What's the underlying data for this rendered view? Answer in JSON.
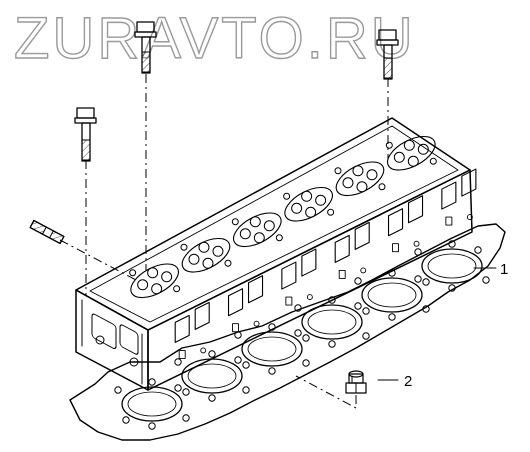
{
  "watermark": {
    "text": "ZURAVTO.RU"
  },
  "callouts": [
    {
      "id": "1",
      "label": "1"
    },
    {
      "id": "2",
      "label": "2"
    }
  ],
  "icons": [
    "cylinder-head",
    "head-gasket",
    "head-bolt",
    "stud",
    "nut"
  ]
}
